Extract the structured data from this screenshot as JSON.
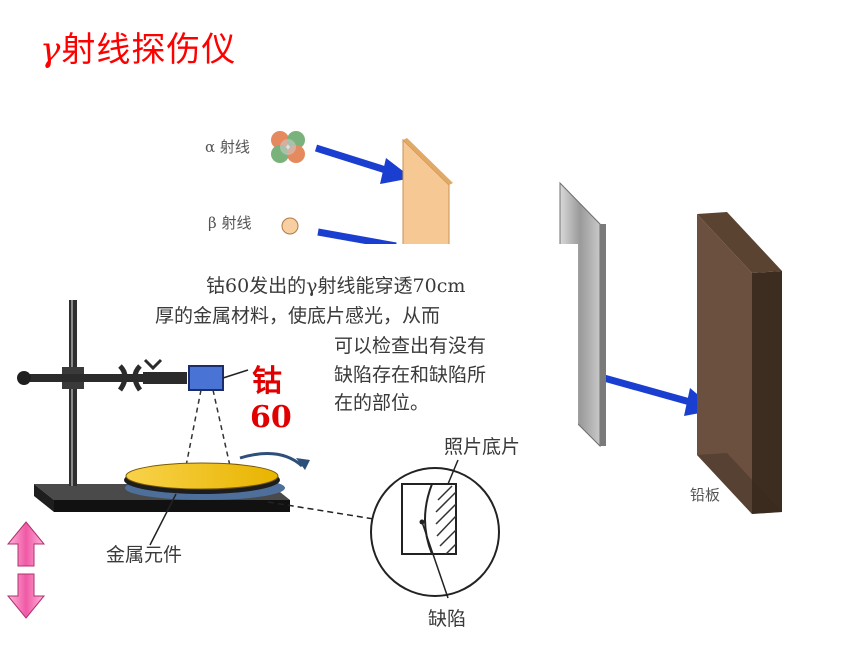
{
  "title": {
    "greek": "γ",
    "text": "射线探伤仪"
  },
  "labels": {
    "alpha_ray": "α 射线",
    "beta_ray": "β 射线",
    "lead_plate": "铅板",
    "film": "照片底片",
    "metal_part": "金属元件",
    "defect": "缺陷",
    "cobalt_char": "钴",
    "cobalt_num": "60"
  },
  "description": {
    "line1": "钴60发出的γ射线能穿透70cm",
    "line2": "厚的金属材料，使底片感光，从而",
    "line3": "可以检查出有没有",
    "line4": "缺陷存在和缺陷所",
    "line5": "在的部位。"
  },
  "colors": {
    "title": "#ff0000",
    "arrow": "#1a3fd0",
    "paper": "#f6c994",
    "aluminum": "#a8a8a8",
    "lead": "#5b4332",
    "disc": "#f2c200",
    "cobalt_label": "#e00000",
    "pink_arrow": "#f05aa6"
  },
  "icons": [
    "alpha-particle-icon",
    "beta-particle-icon",
    "double-arrow-icon"
  ]
}
